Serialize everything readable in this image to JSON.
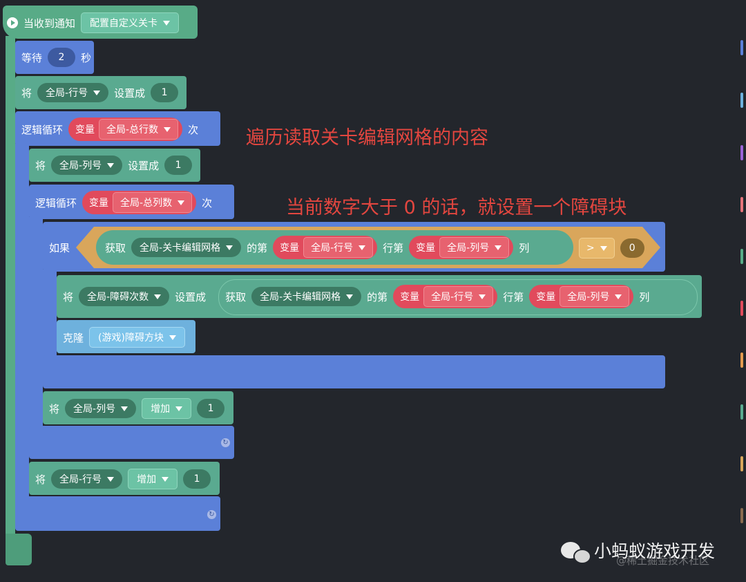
{
  "hat": {
    "label": "当收到通知",
    "event": "配置自定义关卡"
  },
  "wait": {
    "label": "等待",
    "value": "2",
    "unit": "秒"
  },
  "set_row": {
    "prefix": "将",
    "var": "全局-行号",
    "action": "设置成",
    "value": "1"
  },
  "loop_rows": {
    "label": "逻辑循环",
    "var_kw": "变量",
    "var": "全局-总行数",
    "suffix": "次"
  },
  "set_col": {
    "prefix": "将",
    "var": "全局-列号",
    "action": "设置成",
    "value": "1"
  },
  "loop_cols": {
    "label": "逻辑循环",
    "var_kw": "变量",
    "var": "全局-总列数",
    "suffix": "次"
  },
  "if_block": {
    "label": "如果",
    "get": "获取",
    "grid": "全局-关卡编辑网格",
    "of": "的第",
    "var_kw1": "变量",
    "row_var": "全局-行号",
    "row_kw": "行第",
    "var_kw2": "变量",
    "col_var": "全局-列号",
    "col_kw": "列",
    "op": ">",
    "compare": "0"
  },
  "set_obs": {
    "prefix": "将",
    "var": "全局-障碍次数",
    "action": "设置成",
    "get": "获取",
    "grid": "全局-关卡编辑网格",
    "of": "的第",
    "var_kw1": "变量",
    "row_var": "全局-行号",
    "row_kw": "行第",
    "var_kw2": "变量",
    "col_var": "全局-列号",
    "col_kw": "列"
  },
  "clone": {
    "label": "克隆",
    "target": "(游戏)障碍方块"
  },
  "inc_col": {
    "prefix": "将",
    "var": "全局-列号",
    "action": "增加",
    "value": "1"
  },
  "inc_row": {
    "prefix": "将",
    "var": "全局-行号",
    "action": "增加",
    "value": "1"
  },
  "annotations": {
    "note1": "遍历读取关卡编辑网格的内容",
    "note2": "当前数字大于 0 的话，就设置一个障碍块"
  },
  "watermark": {
    "brand": "小蚂蚁游戏开发",
    "site": "@稀土掘金技术社区"
  },
  "colors": {
    "event": "#58ab87",
    "control": "#5b80d8",
    "variable": "#e14a5c",
    "data": "#5aaa90",
    "sprite": "#6eb1dd",
    "condition": "#d9a65b",
    "note": "#e3463f"
  }
}
